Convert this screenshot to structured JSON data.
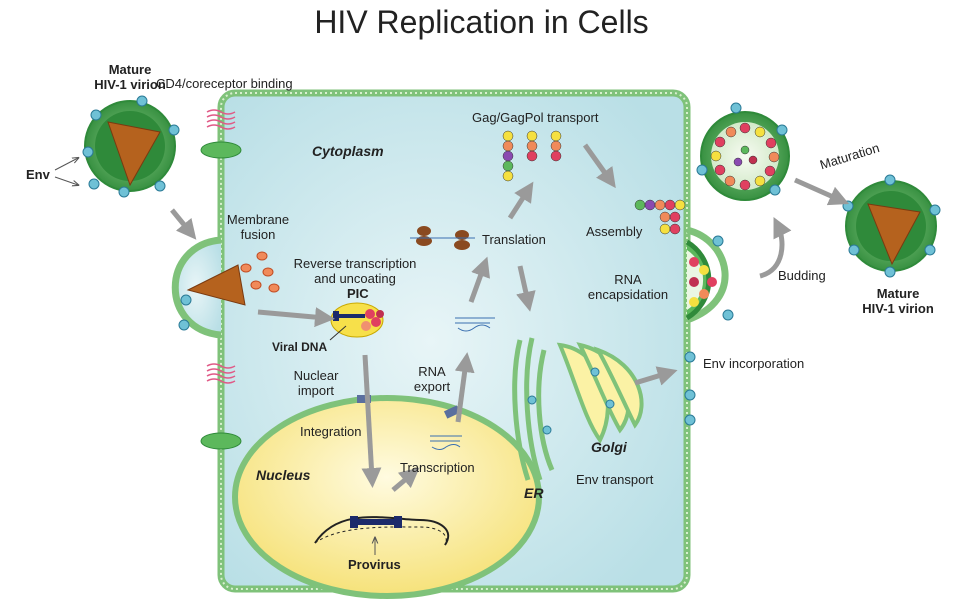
{
  "title": "HIV Replication in Cells",
  "labels": {
    "mature_virion_left": [
      "Mature",
      "HIV-1 virion"
    ],
    "cd4_binding": "CD4/coreceptor binding",
    "env": "Env",
    "cytoplasm": "Cytoplasm",
    "membrane_fusion": [
      "Membrane",
      "fusion"
    ],
    "reverse_transcription": [
      "Reverse transcription",
      "and uncoating"
    ],
    "pic": "PIC",
    "viral_dna": "Viral DNA",
    "nuclear_import": [
      "Nuclear",
      "import"
    ],
    "integration": "Integration",
    "nucleus": "Nucleus",
    "transcription": "Transcription",
    "provirus": "Provirus",
    "rna_export": [
      "RNA",
      "export"
    ],
    "translation": "Translation",
    "gag_transport": "Gag/GagPol transport",
    "assembly": "Assembly",
    "rna_encapsidation": [
      "RNA",
      "encapsidation"
    ],
    "er": "ER",
    "golgi": "Golgi",
    "env_transport": "Env transport",
    "env_incorporation": "Env incorporation",
    "budding": "Budding",
    "maturation": "Maturation",
    "mature_virion_right": [
      "Mature",
      "HIV-1 virion"
    ]
  },
  "colors": {
    "cell_fill": "#cfe9ee",
    "membrane": "#7fc27a",
    "nucleus": "#fbf0a8",
    "capsid": "#b5621e",
    "envelope": "#3f9a44",
    "env_spike": "#6fc1d6",
    "arrow": "#9a9a9a",
    "golgi": "#fbf2a5"
  }
}
